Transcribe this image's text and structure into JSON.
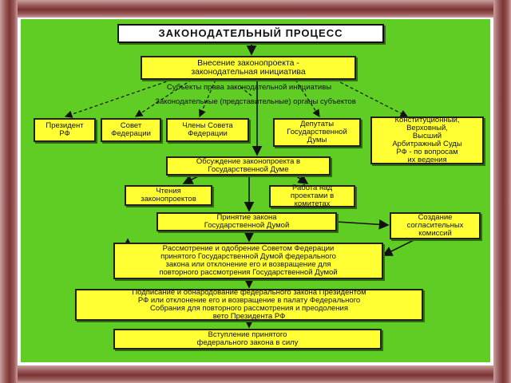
{
  "diagram": {
    "title": "ЗАКОНОДАТЕЛЬНЫЙ ПРОЦЕСС",
    "initiative": "Внесение законопроекта -\nзаконодательная инициатива",
    "subjects_label": "Субъекты права законодательной инициативы",
    "regional_label": "Законодательные (представительные) органы субъектов",
    "subjects": [
      "Президент\nРФ",
      "Совет\nФедерации",
      "Члены Совета\nФедерации",
      "Депутаты\nГосударственной\nДумы",
      "Конституционный,\nВерховный,\nВысший\nАрбитражный Суды\nРФ - по вопросам\nих ведения"
    ],
    "discussion": "Обсуждение законопроекта в\nГосударственной Думе",
    "readings": "Чтения\nзаконопроектов",
    "committees": "Работа над\nпроектами в\nкомитетах",
    "adoption": "Принятие закона\nГосударственной Думой",
    "conciliation": "Создание\nсогласительных\nкомиссий",
    "federation_council": "Рассмотрение и одобрение Советом Федерации\nпринятого Государственной Думой федерального\nзакона или отклонение его и возвращение для\nповторного рассмотрения Государственной Думой",
    "president": "Подписание и обнародование федерального закона Президентом\nРФ или отклонение его и возвращение в палату Федерального\nСобрания для повторного рассмотрения и преодоления\nвето Президента РФ",
    "entry_into_force": "Вступление принятого\nфедерального закона в силу"
  }
}
